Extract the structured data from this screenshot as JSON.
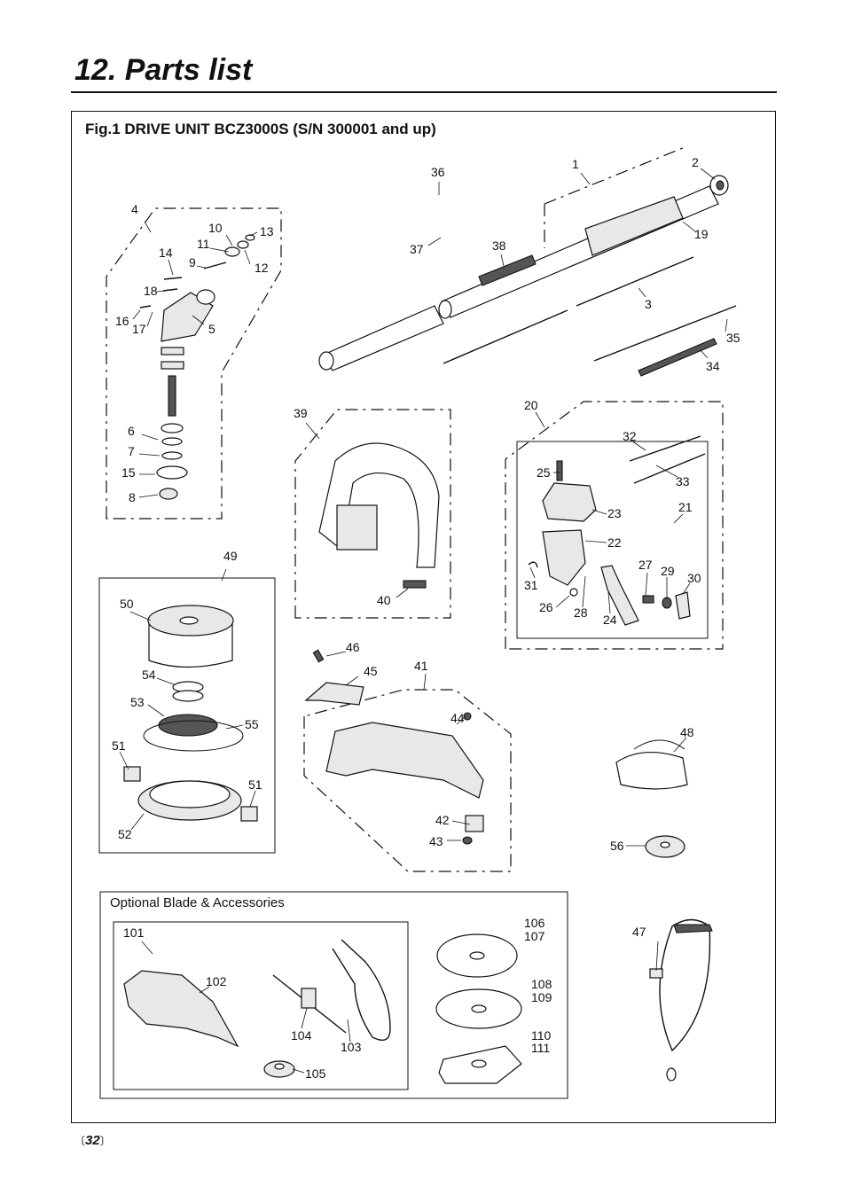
{
  "page": {
    "title": "12. Parts list",
    "page_number": "32",
    "bracket_left": "〔",
    "bracket_right": "〕"
  },
  "figure": {
    "caption": "Fig.1 DRIVE UNIT  BCZ3000S  (S/N 300001 and up)",
    "optional_box_title": "Optional Blade & Accessories",
    "part_numbers": [
      "1",
      "2",
      "3",
      "4",
      "5",
      "6",
      "7",
      "8",
      "9",
      "10",
      "11",
      "12",
      "13",
      "14",
      "15",
      "16",
      "17",
      "18",
      "19",
      "20",
      "21",
      "22",
      "23",
      "24",
      "25",
      "26",
      "27",
      "28",
      "29",
      "30",
      "31",
      "32",
      "33",
      "34",
      "35",
      "36",
      "37",
      "38",
      "39",
      "40",
      "41",
      "42",
      "43",
      "44",
      "45",
      "46",
      "47",
      "48",
      "49",
      "50",
      "51",
      "51",
      "52",
      "53",
      "54",
      "55",
      "56",
      "101",
      "102",
      "103",
      "104",
      "105",
      "106",
      "107",
      "108",
      "109",
      "110",
      "111"
    ]
  }
}
